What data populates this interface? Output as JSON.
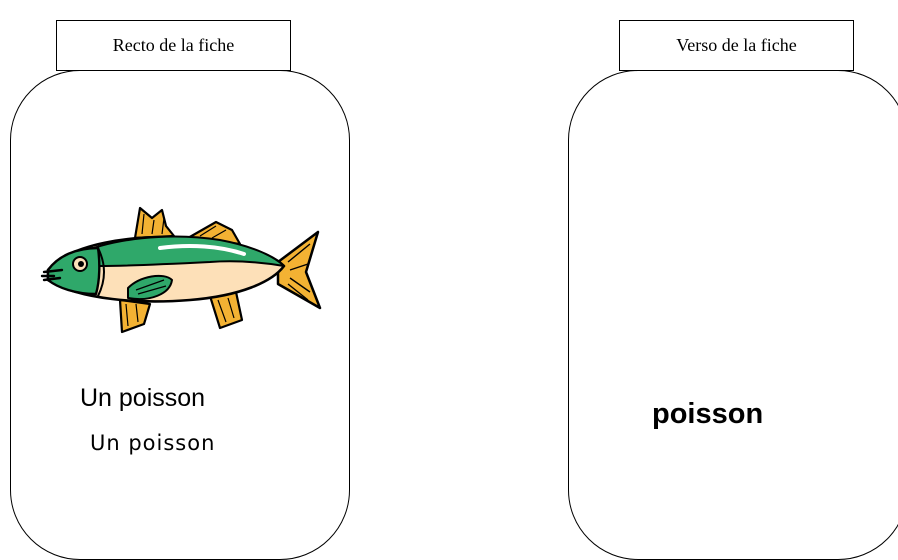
{
  "recto": {
    "label": "Recto de la fiche",
    "line1": "Un poisson",
    "line2": "Un poisson",
    "image_icon": "fish-icon"
  },
  "verso": {
    "label": "Verso de la fiche",
    "word": "poisson"
  },
  "colors": {
    "fish_green": "#2fa86a",
    "fish_belly": "#fde0b8",
    "fish_fin": "#f3b233",
    "outline": "#000000"
  }
}
